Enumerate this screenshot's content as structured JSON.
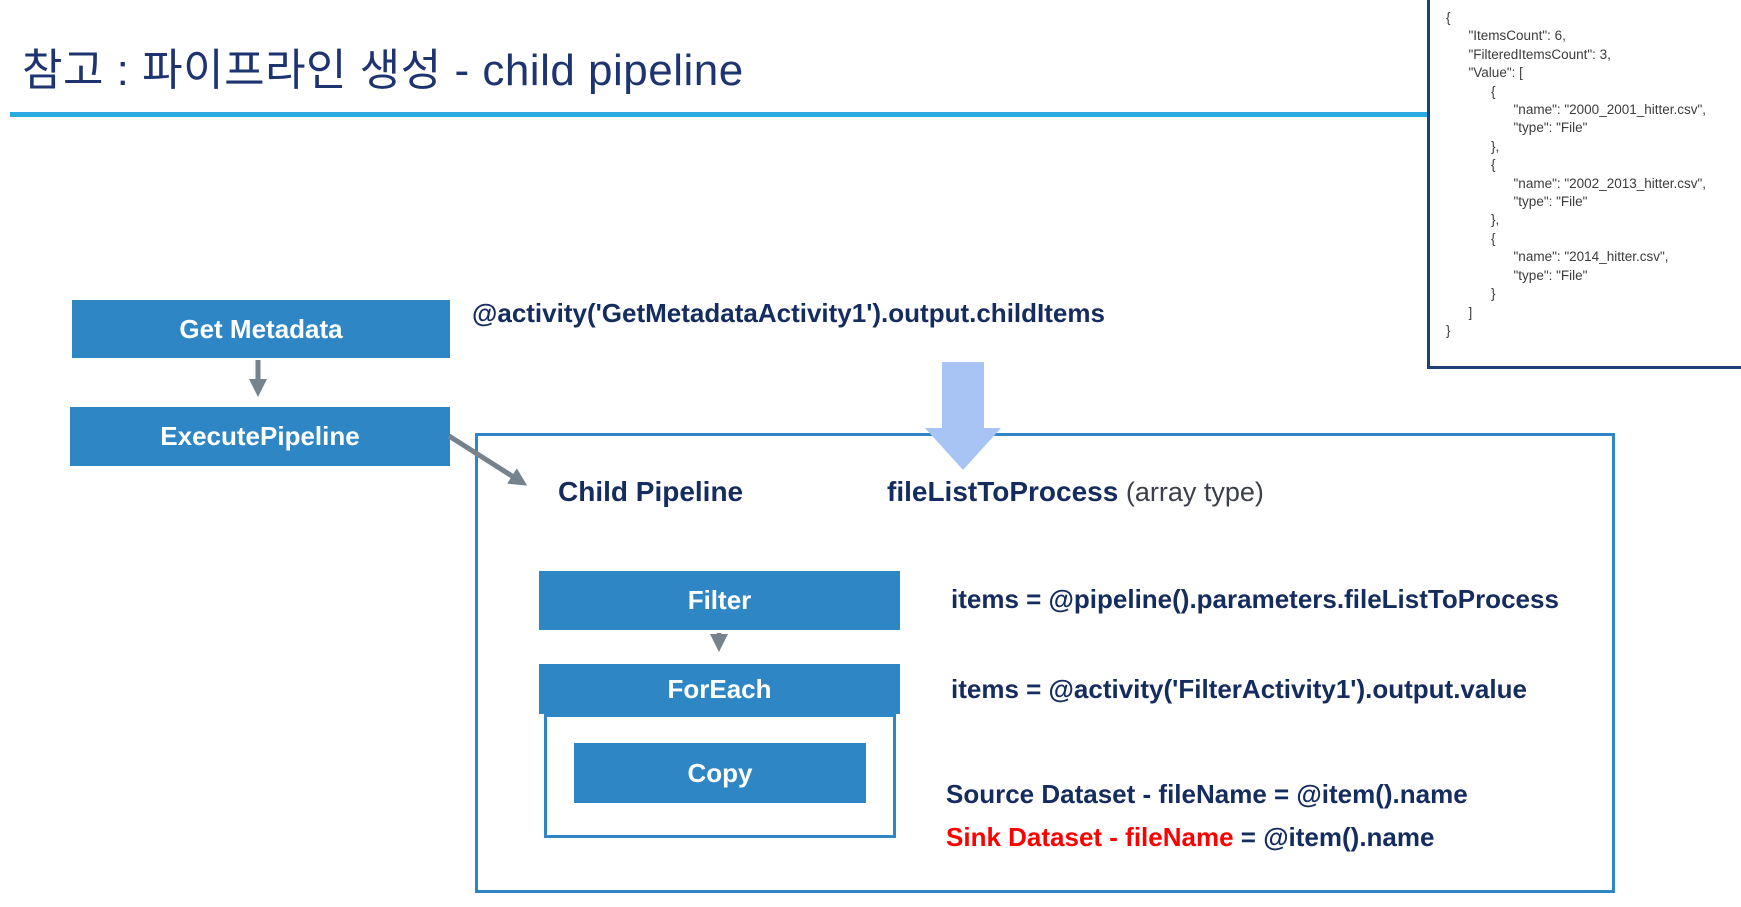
{
  "title": "참고 : 파이프라인 생성 - child pipeline",
  "colors": {
    "accent_blue": "#2E86C5",
    "title_navy": "#1E3470",
    "annotation_navy": "#152C5E",
    "underline_cyan": "#29ABE2",
    "json_border_navy": "#1F3F7A",
    "arrow_gray": "#76828C",
    "big_arrow_light_blue": "#A7C4F4",
    "sink_red": "#FF0000"
  },
  "json_panel": {
    "code": "{\n      \"ItemsCount\": 6,\n      \"FilteredItemsCount\": 3,\n      \"Value\": [\n            {\n                  \"name\": \"2000_2001_hitter.csv\",\n                  \"type\": \"File\"\n            },\n            {\n                  \"name\": \"2002_2013_hitter.csv\",\n                  \"type\": \"File\"\n            },\n            {\n                  \"name\": \"2014_hitter.csv\",\n                  \"type\": \"File\"\n            }\n      ]\n}"
  },
  "parent_pipeline": {
    "get_metadata_label": "Get Metadata",
    "execute_pipeline_label": "ExecutePipeline",
    "get_metadata_expression": "@activity('GetMetadataActivity1').output.childItems"
  },
  "child_pipeline": {
    "title": "Child Pipeline",
    "parameter_name": "fileListToProcess",
    "parameter_type": " (array type)",
    "filter_label": "Filter",
    "filter_expression": "items = @pipeline().parameters.fileListToProcess",
    "foreach_label": "ForEach",
    "foreach_expression": "items = @activity('FilterActivity1').output.value",
    "copy_label": "Copy",
    "source_expression": "Source Dataset - fileName = @item().name",
    "sink_expression_red": "Sink Dataset - fileName",
    "sink_expression_rest": " = @item().name"
  }
}
